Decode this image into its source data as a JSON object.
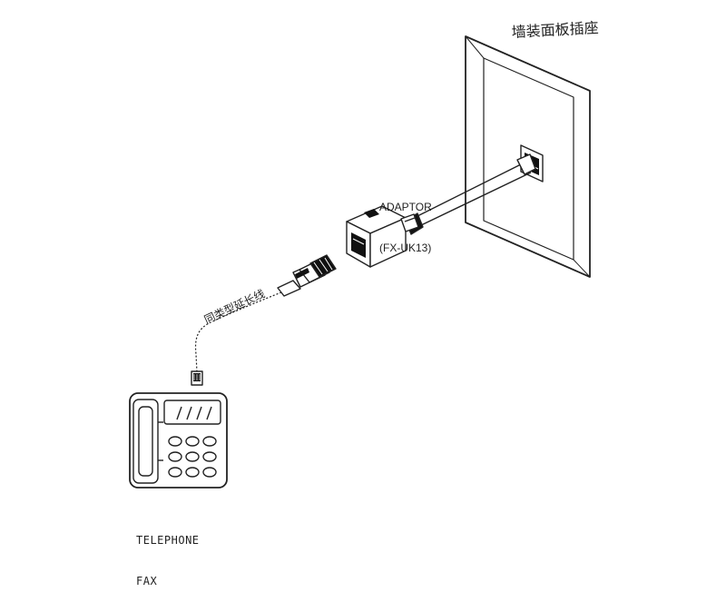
{
  "labels": {
    "wall_plate": "墙装面板插座",
    "adaptor_line1": "ADAPTOR",
    "adaptor_line2": "(FX-UK13)",
    "extension_cable": "同类型延长线",
    "device_line1": "TELEPHONE",
    "device_line2": "FAX"
  },
  "colors": {
    "line": "#222222",
    "fill_dark": "#111111",
    "fill_light": "#ffffff",
    "fill_shade": "#cfcfcf"
  },
  "icons": {
    "wall": "wall-plate-icon",
    "adaptor": "adaptor-icon",
    "plug": "rj11-plug-icon",
    "phone": "telephone-icon"
  }
}
